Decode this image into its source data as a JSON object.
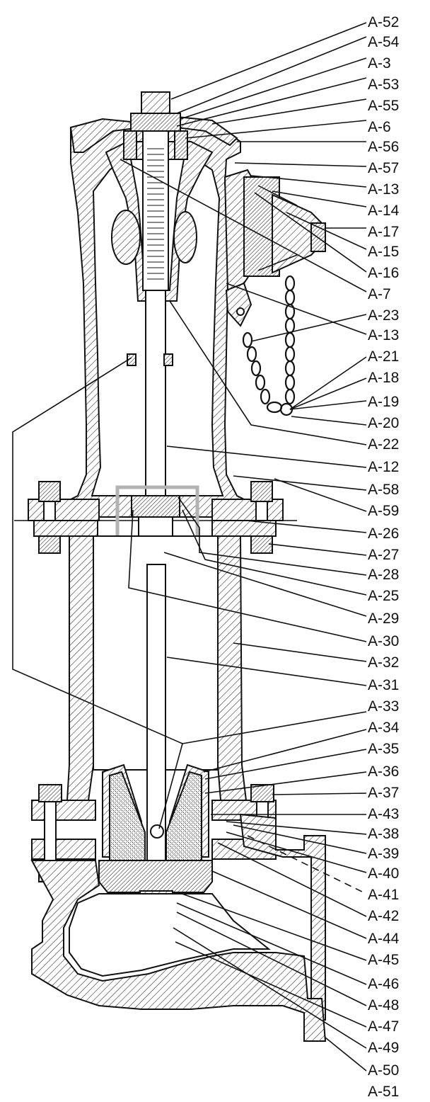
{
  "labels": [
    "A-52",
    "A-54",
    "A-3",
    "A-53",
    "A-55",
    "A-6",
    "A-56",
    "A-57",
    "A-13",
    "A-14",
    "A-17",
    "A-15",
    "A-16",
    "A-7",
    "A-23",
    "A-13",
    "A-21",
    "A-18",
    "A-19",
    "A-20",
    "A-22",
    "A-12",
    "A-58",
    "A-59",
    "A-26",
    "A-27",
    "A-28",
    "A-25",
    "A-29",
    "A-30",
    "A-32",
    "A-31",
    "A-33",
    "A-34",
    "A-35",
    "A-36",
    "A-37",
    "A-43",
    "A-38",
    "A-39",
    "A-40",
    "A-41",
    "A-42",
    "A-44",
    "A-45",
    "A-46",
    "A-48",
    "A-47",
    "A-49",
    "A-50",
    "A-51"
  ]
}
